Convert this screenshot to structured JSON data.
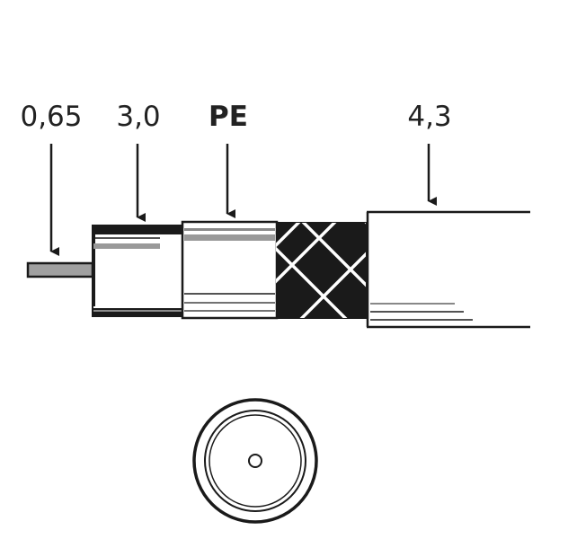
{
  "labels": {
    "inner_conductor": "0,65",
    "dielectric": "3,0",
    "insulation": "PE",
    "outer_diameter": "4,3"
  },
  "colors": {
    "line": "#1a1a1a",
    "conductor": "#a0a0a0",
    "background": "#ffffff"
  }
}
